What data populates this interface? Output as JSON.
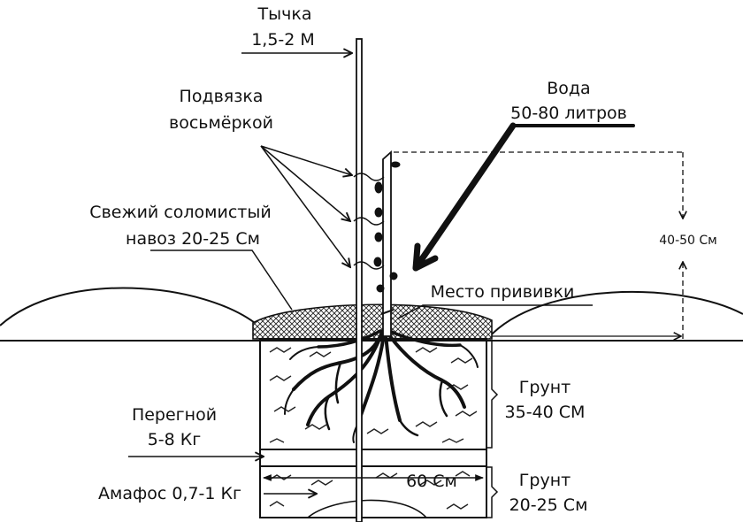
{
  "labels": {
    "stake_title": "Тычка",
    "stake_length": "1,5-2 М",
    "tie_line1": "Подвязка",
    "tie_line2": "восьмёркой",
    "water_line1": "Вода",
    "water_line2": "50-80 литров",
    "manure_line1": "Свежий соломистый",
    "manure_line2": "навоз 20-25 См",
    "height_marker": "40-50 См",
    "graft_site": "Место прививки",
    "soil_upper_line1": "Грунт",
    "soil_upper_line2": "35-40 СМ",
    "humus_line1": "Перегной",
    "humus_line2": "5-8 Кг",
    "width_marker": "60 См",
    "ammophos": "Амафос 0,7-1 Кг",
    "soil_lower_line1": "Грунт",
    "soil_lower_line2": "20-25 См"
  },
  "colors": {
    "ink": "#111111",
    "background": "#ffffff",
    "manure_fill": "#9a9a9a"
  }
}
